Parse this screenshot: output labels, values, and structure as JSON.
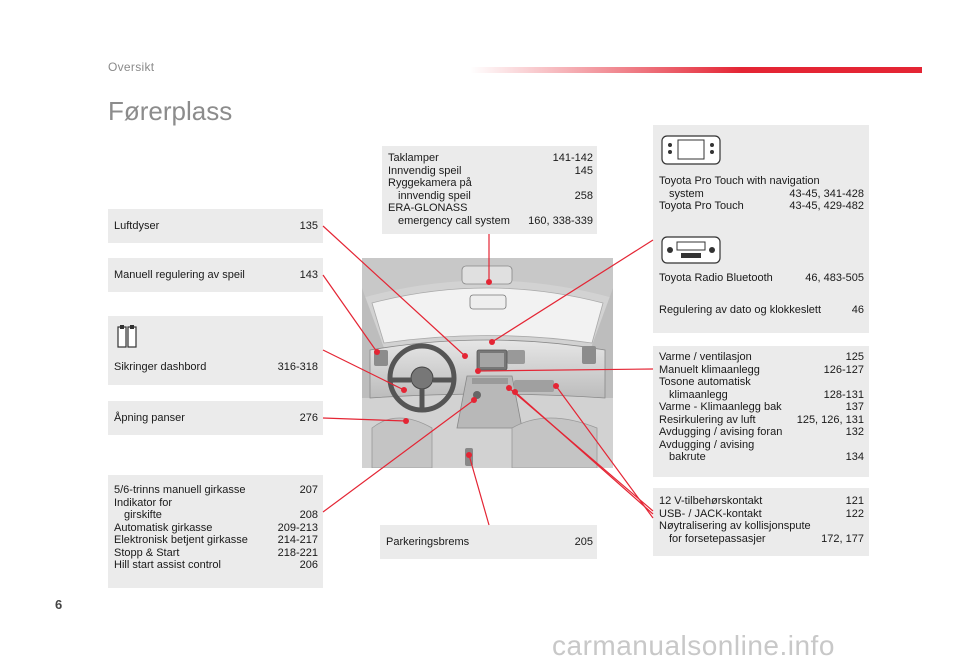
{
  "header": {
    "section": "Oversikt",
    "title": "Førerplass",
    "page_number": "6"
  },
  "watermark": "carmanualsonline.info",
  "colors": {
    "accent": "#e42534",
    "box_bg": "#ebebeb",
    "title": "#8c8c8c"
  },
  "left": {
    "luftdyser": {
      "label": "Luftdyser",
      "page": "135"
    },
    "speil": {
      "label": "Manuell regulering av speil",
      "page": "143"
    },
    "sikringer": {
      "icon": "fuse-icon",
      "label": "Sikringer dashbord",
      "page": "316-318"
    },
    "panser": {
      "label": "Åpning panser",
      "page": "276"
    },
    "girkasse": {
      "r1": {
        "label": "5/6-trinns manuell girkasse",
        "page": "207"
      },
      "r2a": "Indikator for",
      "r2b": {
        "label": "girskifte",
        "page": "208"
      },
      "r3": {
        "label": "Automatisk girkasse",
        "page": "209-213"
      },
      "r4": {
        "label": "Elektronisk betjent girkasse",
        "page": "214-217"
      },
      "r5": {
        "label": "Stopp & Start",
        "page": "218-221"
      },
      "r6": {
        "label": "Hill start assist control",
        "page": "206"
      }
    }
  },
  "center": {
    "top": {
      "r1": {
        "label": "Taklamper",
        "page": "141-142"
      },
      "r2": {
        "label": "Innvendig speil",
        "page": "145"
      },
      "r3a": "Ryggekamera på",
      "r3b": {
        "label": "innvendig speil",
        "page": "258"
      },
      "r4a": "ERA-GLONASS",
      "r4b": {
        "label": "emergency call system",
        "page": "160, 338-339"
      }
    },
    "parkering": {
      "label": "Parkeringsbrems",
      "page": "205"
    }
  },
  "right": {
    "media": {
      "icon1": "touchscreen-radio-icon",
      "r1a": "Toyota Pro Touch with navigation",
      "r1b": {
        "label": "system",
        "page": "43-45, 341-428"
      },
      "r2": {
        "label": "Toyota Pro Touch",
        "page": "43-45, 429-482"
      },
      "icon2": "bluetooth-radio-icon",
      "r3": {
        "label": "Toyota Radio Bluetooth",
        "page": "46, 483-505"
      },
      "r4": {
        "label": "Regulering av dato og klokkeslett",
        "page": "46"
      }
    },
    "klima": {
      "r1": {
        "label": "Varme / ventilasjon",
        "page": "125"
      },
      "r2": {
        "label": "Manuelt klimaanlegg",
        "page": "126-127"
      },
      "r3a": "Tosone automatisk",
      "r3b": {
        "label": "klimaanlegg",
        "page": "128-131"
      },
      "r4": {
        "label": "Varme - Klimaanlegg bak",
        "page": "137"
      },
      "r5": {
        "label": "Resirkulering av luft",
        "page": "125, 126, 131"
      },
      "r6": {
        "label": "Avdugging / avising foran",
        "page": "132"
      },
      "r7a": "Avdugging / avising",
      "r7b": {
        "label": "bakrute",
        "page": "134"
      }
    },
    "kontakt": {
      "r1": {
        "label": "12 V-tilbehørskontakt",
        "page": "121"
      },
      "r2": {
        "label": "USB- / JACK-kontakt",
        "page": "122"
      },
      "r3a": "Nøytralisering av kollisjonspute",
      "r3b": {
        "label": "for forsetepassasjer",
        "page": "172, 177"
      }
    }
  }
}
